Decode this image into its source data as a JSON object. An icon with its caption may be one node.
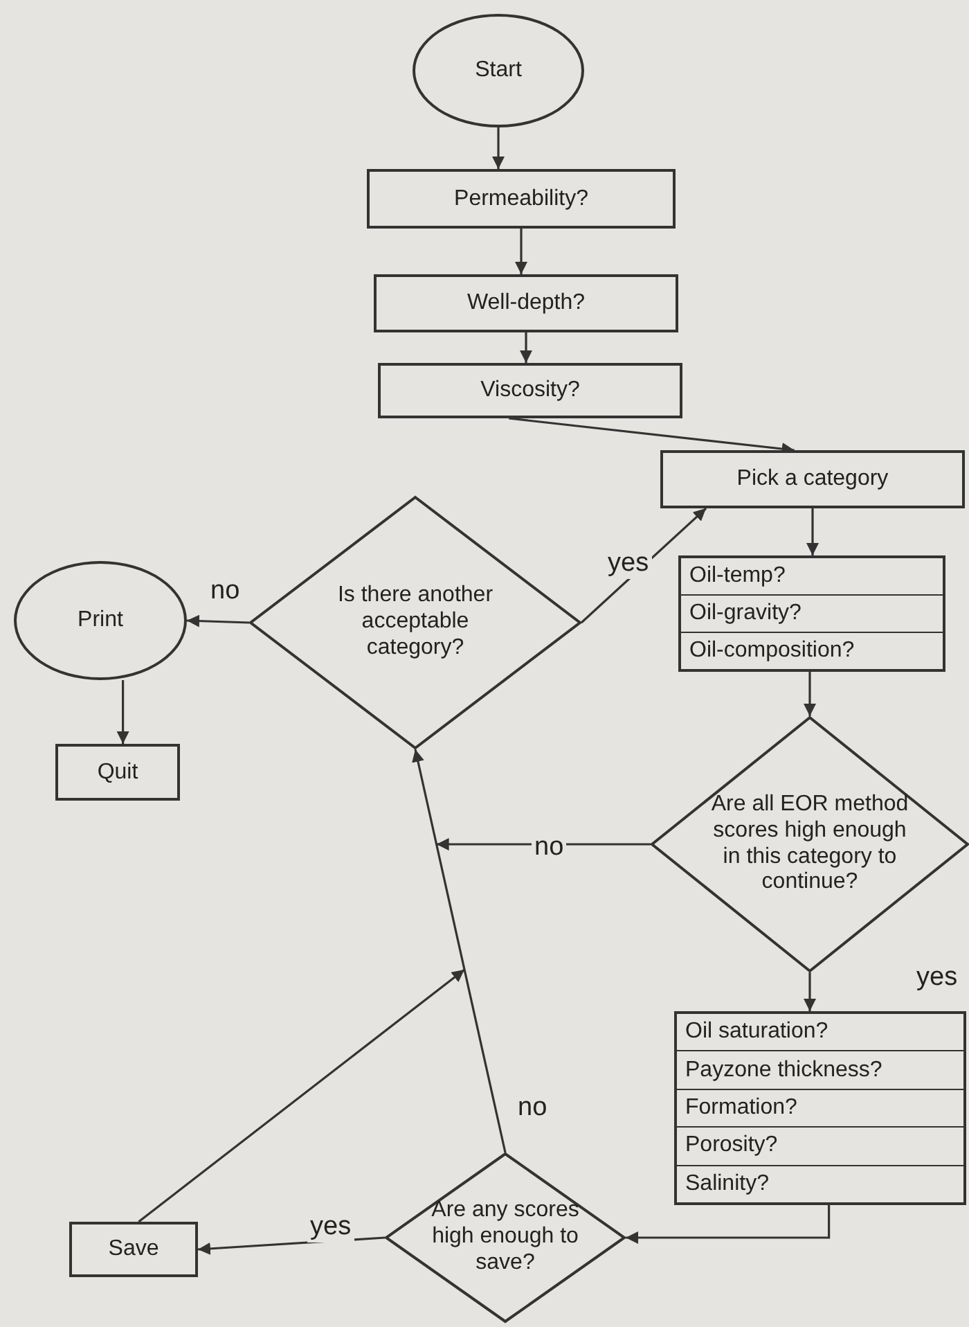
{
  "diagram": {
    "nodes": [
      {
        "text": [
          "Start"
        ]
      },
      {
        "text": [
          "Permeability?"
        ]
      },
      {
        "text": [
          "Well-depth?"
        ]
      },
      {
        "text": [
          "Viscosity?"
        ]
      },
      {
        "text": [
          "Pick a category"
        ]
      },
      {
        "text": [
          "Is there another acceptable category?"
        ]
      },
      {
        "text": [
          "Print"
        ]
      },
      {
        "text": [
          "Quit"
        ]
      },
      {
        "text": [
          "Oil-temp?",
          "Oil-gravity?",
          "Oil-composition?"
        ]
      },
      {
        "text": [
          "Are all EOR method scores high enough in this category to continue?"
        ]
      },
      {
        "text": [
          "Oil saturation?",
          "Payzone thickness?",
          "Formation?",
          "Porosity?",
          "Salinity?"
        ]
      },
      {
        "text": [
          "Are any scores high enough to save?"
        ]
      },
      {
        "text": [
          "Save"
        ]
      }
    ],
    "edges": [
      {
        "from": 0,
        "to": 1,
        "arrow": "to"
      },
      {
        "from": 1,
        "to": 2,
        "arrow": "to"
      },
      {
        "from": 2,
        "to": 3,
        "arrow": "to"
      },
      {
        "from": 3,
        "to": 4,
        "arrow": "to"
      },
      {
        "from": 4,
        "to": 8,
        "arrow": "to"
      },
      {
        "from": 8,
        "to": 9,
        "arrow": "to"
      },
      {
        "from": 9,
        "to": 10,
        "arrow": "to",
        "label": "yes"
      },
      {
        "from": 10,
        "to": 11,
        "arrow": "to"
      },
      {
        "from": 11,
        "to": 12,
        "arrow": "to",
        "label": "yes"
      },
      {
        "from": 11,
        "to": 5,
        "arrow": "to",
        "label": "no"
      },
      {
        "from": 9,
        "to": 5,
        "arrow": "to",
        "label": "no"
      },
      {
        "from": 12,
        "to": 5,
        "arrow": "to"
      },
      {
        "from": 5,
        "to": 4,
        "arrow": "to",
        "label": "yes"
      },
      {
        "from": 5,
        "to": 6,
        "arrow": "to",
        "label": "no"
      },
      {
        "from": 6,
        "to": 7,
        "arrow": "to"
      }
    ]
  }
}
